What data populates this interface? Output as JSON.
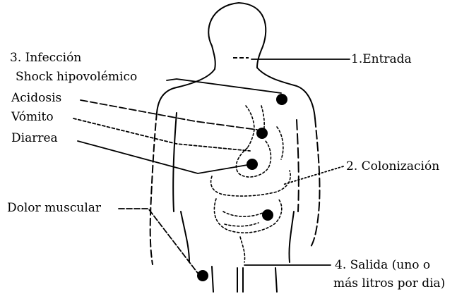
{
  "diagram": {
    "labels": {
      "entry": "1.Entrada",
      "colonization": "2. Colonización",
      "infection": "3. Infección",
      "shock": "Shock hipovolémico",
      "acidosis": "Acidosis",
      "vomit": "Vómito",
      "diarrhea": "Diarrea",
      "muscle_pain": "Dolor muscular",
      "exit_line1": "4. Salida (uno o",
      "exit_line2": "más litros por dia)"
    },
    "colors": {
      "ink": "#000000",
      "background": "#ffffff"
    }
  }
}
